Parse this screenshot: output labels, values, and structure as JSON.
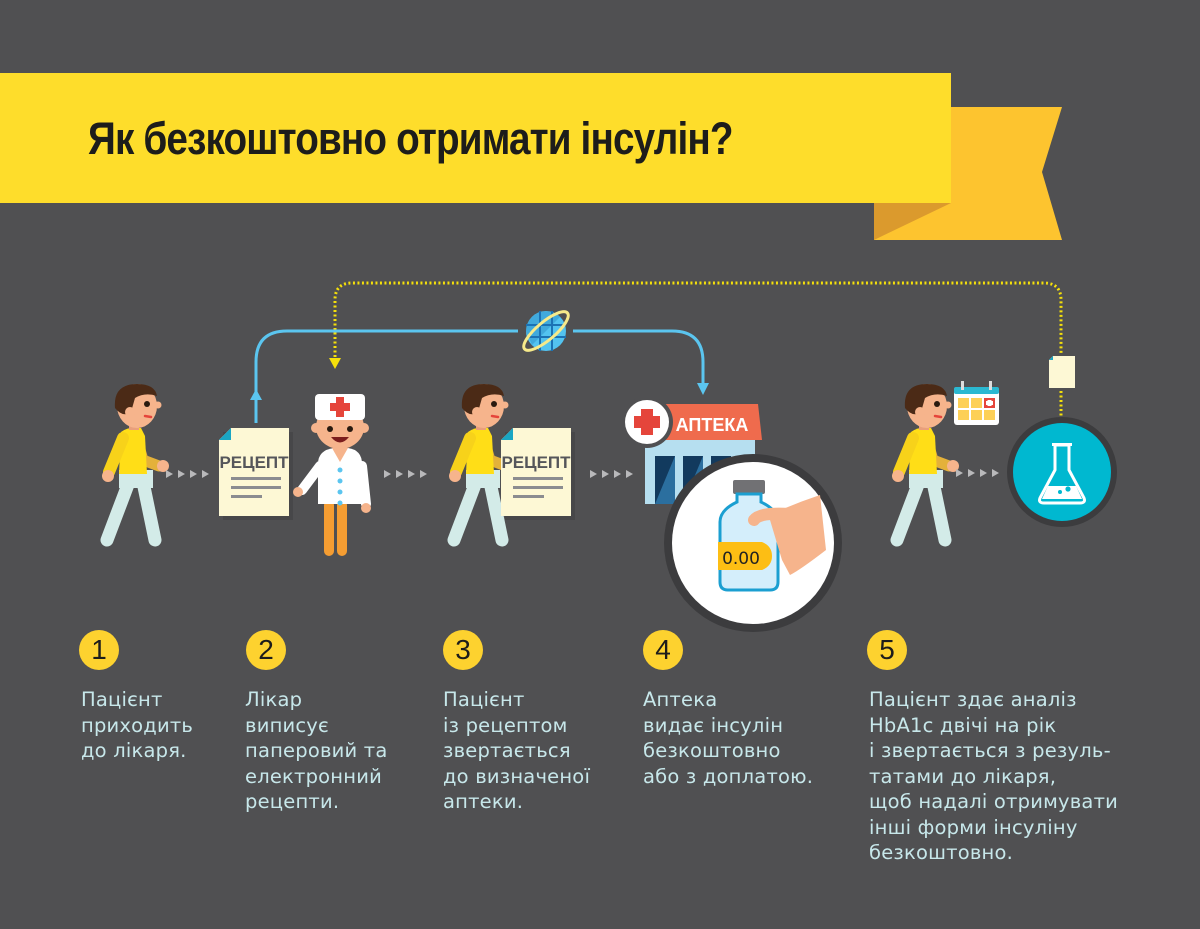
{
  "title": "Як безкоштовно отримати інсулін?",
  "colors": {
    "background": "#505052",
    "ribbon": "#fedd2b",
    "ribbon_tail": "#fdc42f",
    "ribbon_fold": "#db9a2d",
    "step_badge": "#fdd22f",
    "step_text": "#c7e7ea",
    "blue_line": "#5bc5ef",
    "yellow_dotted": "#f5e00b",
    "pharmacy_sign": "#ef6b4d",
    "lab_circle": "#00b8d0"
  },
  "illustrations": {
    "prescription_label": "РЕЦЕПТ",
    "pharmacy_sign": "АПТЕКА",
    "price_tag": "0.00"
  },
  "steps": [
    {
      "number": "1",
      "text": "Пацієнт\nприходить\nдо лікаря."
    },
    {
      "number": "2",
      "text": "Лікар\nвиписує\nпаперовий та\nелектронний\nрецепти."
    },
    {
      "number": "3",
      "text": "Пацієнт\nіз рецептом\nзвертається\nдо визначеної\nаптеки."
    },
    {
      "number": "4",
      "text": "Аптека\nвидає інсулін\nбезкоштовно\nабо з доплатою."
    },
    {
      "number": "5",
      "text": "Пацієнт здає аналіз\nHbA1c двічі на рік\nі звертається з резуль-\nтатами до лікаря,\nщоб надалі отримувати\nінші форми інсуліну\nбезкоштовно."
    }
  ]
}
